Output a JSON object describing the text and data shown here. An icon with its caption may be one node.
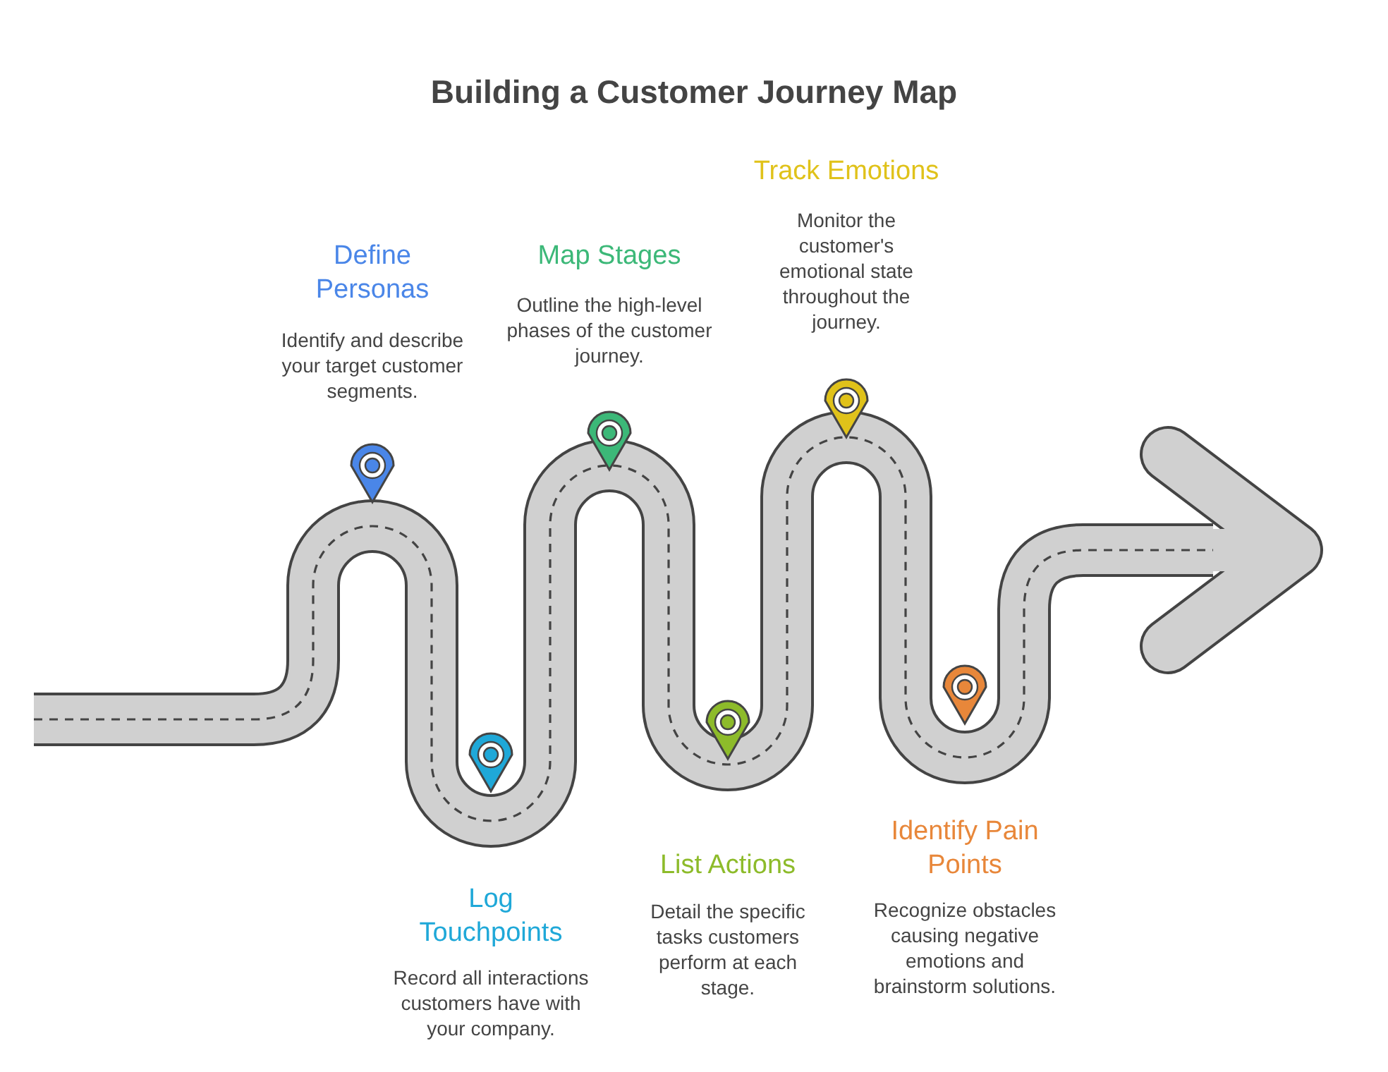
{
  "diagram": {
    "title": "Building a Customer Journey Map",
    "labels": [
      "Define Personas",
      "Identify and describe your target customer segments.",
      "Log Touchpoints",
      "Record all interactions customers have with your company.",
      "Map Stages",
      "Outline the high-level phases of the customer journey.",
      "List Actions",
      "Detail the specific tasks customers perform at each stage.",
      "Track Emotions",
      "Monitor the customer's emotional state throughout the journey.",
      "Identify Pain Points",
      "Recognize obstacles causing negative emotions and brainstorm solutions."
    ]
  }
}
